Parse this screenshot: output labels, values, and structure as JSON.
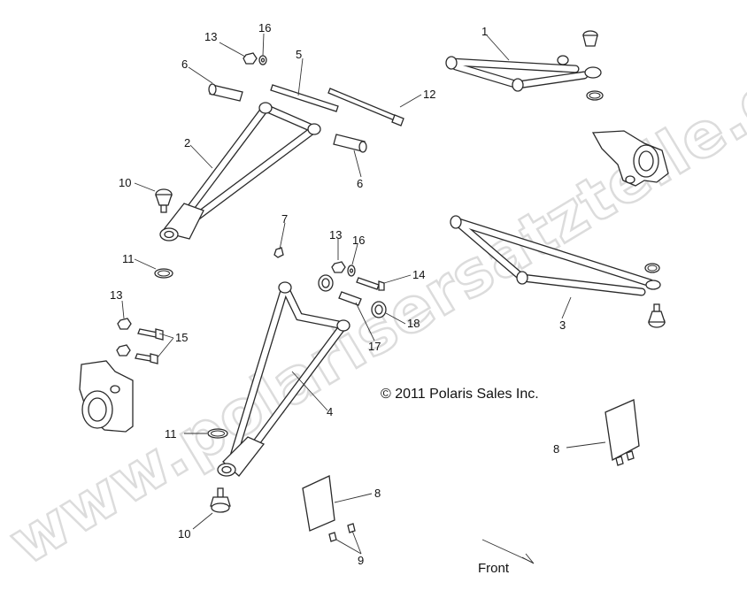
{
  "copyright": "© 2011 Polaris Sales Inc.",
  "watermark": "www.polarisersatzteile.de",
  "front_label": "Front",
  "callouts": {
    "c1": "1",
    "c2": "2",
    "c3": "3",
    "c4": "4",
    "c5": "5",
    "c6a": "6",
    "c6b": "6",
    "c7": "7",
    "c8a": "8",
    "c8b": "8",
    "c9": "9",
    "c10a": "10",
    "c10b": "10",
    "c11a": "11",
    "c11b": "11",
    "c12": "12",
    "c13a": "13",
    "c13b": "13",
    "c13c": "13",
    "c14": "14",
    "c15": "15",
    "c16a": "16",
    "c16b": "16",
    "c17": "17",
    "c18": "18"
  }
}
